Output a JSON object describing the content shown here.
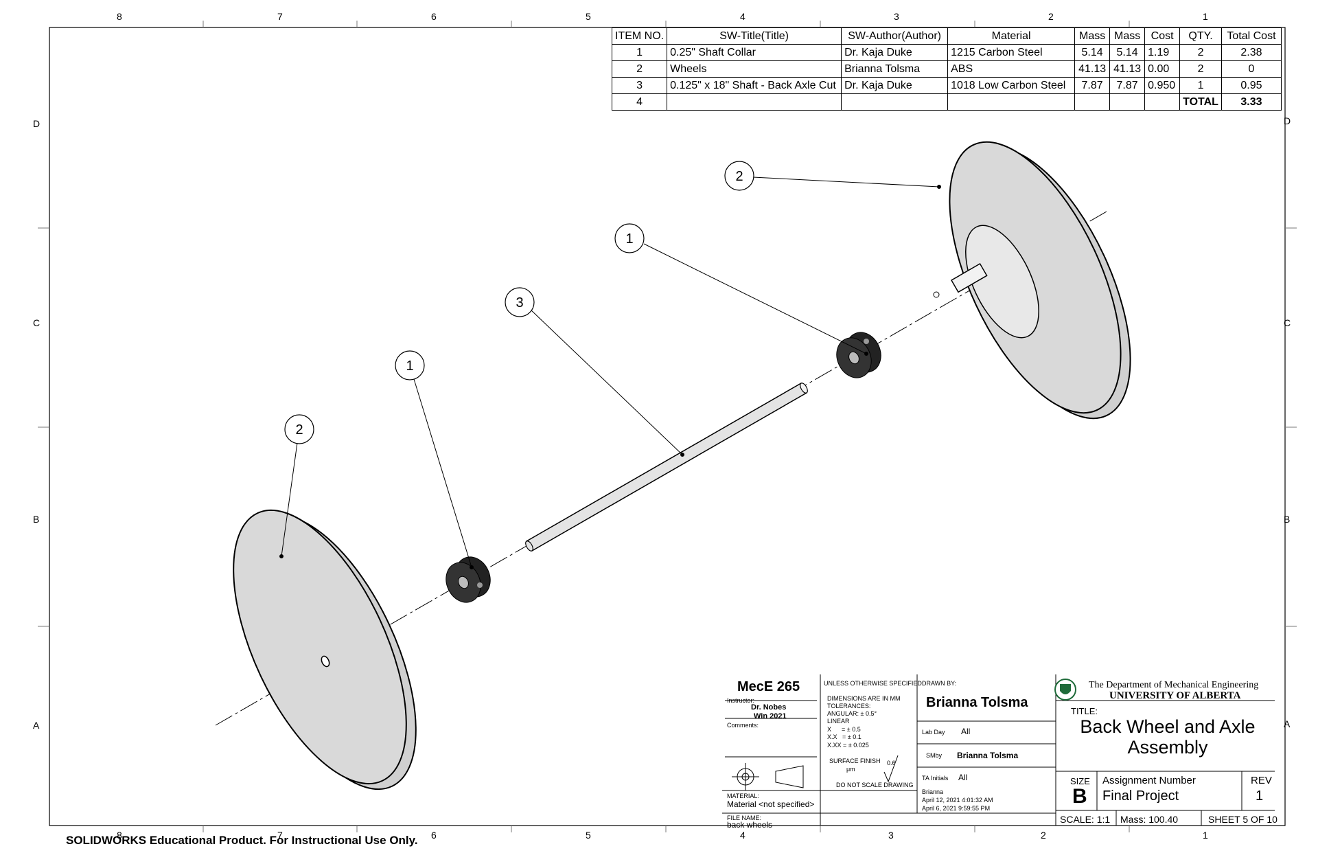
{
  "border": {
    "columns_top": [
      "8",
      "7",
      "6",
      "5",
      "4",
      "3",
      "2",
      "1"
    ],
    "columns_bottom": [
      "8",
      "7",
      "6",
      "5",
      "4",
      "3",
      "2",
      "1"
    ],
    "rows": [
      "D",
      "C",
      "B",
      "A"
    ]
  },
  "bom": {
    "headers": [
      "ITEM NO.",
      "SW-Title(Title)",
      "SW-Author(Author)",
      "Material",
      "Mass",
      "Mass",
      "Cost",
      "QTY.",
      "Total Cost"
    ],
    "rows": [
      [
        "1",
        "0.25\" Shaft Collar",
        "Dr. Kaja Duke",
        "1215 Carbon Steel",
        "5.14",
        "5.14",
        "1.19",
        "2",
        "2.38"
      ],
      [
        "2",
        "Wheels",
        "Brianna Tolsma",
        "ABS",
        "41.13",
        "41.13",
        "0.00",
        "2",
        "0"
      ],
      [
        "3",
        "0.125\" x 18\" Shaft - Back Axle Cut",
        "Dr. Kaja Duke",
        "1018 Low Carbon Steel",
        "7.87",
        "7.87",
        "0.950",
        "1",
        "0.95"
      ],
      [
        "4",
        "",
        "",
        "",
        "",
        "",
        "",
        "TOTAL",
        "3.33"
      ]
    ]
  },
  "balloons": {
    "b_wheel_right": "2",
    "b_collar_right": "1",
    "b_shaft": "3",
    "b_collar_left": "1",
    "b_wheel_left": "2"
  },
  "title_block": {
    "course": "MecE 265",
    "instructor_label": "Instructor:",
    "instructor": "Dr. Nobes",
    "term": "Win 2021",
    "comments_label": "Comments:",
    "unless": "UNLESS OTHERWISE SPECIFIED:",
    "dim_lines": [
      "DIMENSIONS ARE IN MM",
      "TOLERANCES:",
      "ANGULAR: ± 0.5°",
      "LINEAR",
      "X      = ± 0.5",
      "X.X   = ± 0.1",
      "X.XX = ± 0.025"
    ],
    "surface_finish": "SURFACE FINISH",
    "surface_unit": "μm",
    "surface_value": "0.6",
    "do_not_scale": "DO NOT SCALE DRAWING",
    "material_label": "MATERIAL:",
    "material_value": "Material <not specified>",
    "filename_label": "FILE NAME:",
    "filename_value": "back wheels",
    "drawn_by_label": "DRAWN BY:",
    "drawn_by": "Brianna Tolsma",
    "lab_day_label": "Lab Day",
    "lab_day": "All",
    "sm_by_label": "SMby",
    "sm_by": "Brianna Tolsma",
    "ta_label": "TA Initials",
    "ta": "All",
    "author_small": "Brianna",
    "date1": "April 12, 2021 4:01:32 AM",
    "date2": "April 6, 2021 9:59:55 PM",
    "dept": "The Department of Mechanical Engineering",
    "univ": "UNIVERSITY OF ALBERTA",
    "title_label": "TITLE:",
    "title_line1": "Back Wheel and Axle",
    "title_line2": "Assembly",
    "size_label": "SIZE",
    "size": "B",
    "assignment_label": "Assignment  Number",
    "assignment": "Final Project",
    "rev_label": "REV",
    "rev": "1",
    "scale": "SCALE: 1:1",
    "mass": "Mass: 100.40",
    "sheet": "SHEET 5 OF 10"
  },
  "footer": "SOLIDWORKS Educational Product. For Instructional Use Only."
}
